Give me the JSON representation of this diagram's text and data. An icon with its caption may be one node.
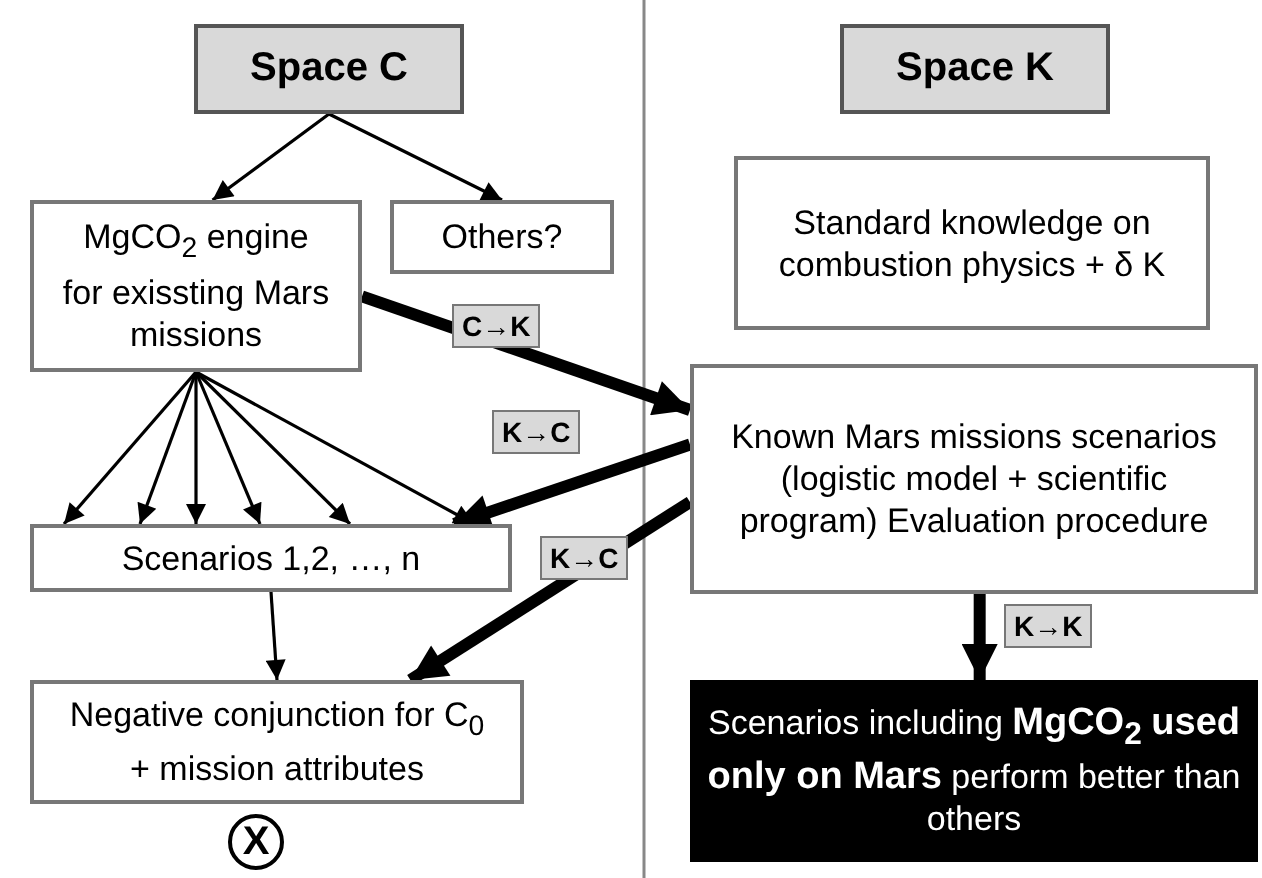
{
  "diagram": {
    "nodes": [
      {
        "text": [
          "Space C"
        ]
      },
      {
        "text": [
          "MgCO$_{2}$ engine for exissting Mars missions"
        ]
      },
      {
        "text": [
          "Others?"
        ]
      },
      {
        "text": [
          "Scenarios 1,2, …, n"
        ]
      },
      {
        "text": [
          "Negative conjunction for C$_{0}$ + mission attributes"
        ]
      },
      {
        "text": [
          "Space K"
        ]
      },
      {
        "text": [
          "Standard knowledge on combustion physics + δ K"
        ]
      },
      {
        "text": [
          "Known Mars missions scenarios (logistic model + scientific program) Evaluation procedure"
        ]
      },
      {
        "text": [
          "Scenarios including **MgCO$_{2}$** **used only on Mars** perform better than others"
        ]
      }
    ],
    "edges": [
      {
        "from": 0,
        "to": 1,
        "arrow": "to"
      },
      {
        "from": 0,
        "to": 2,
        "arrow": "to"
      },
      {
        "from": 1,
        "to": 3,
        "arrow": "to"
      },
      {
        "from": 1,
        "to": 3,
        "arrow": "to"
      },
      {
        "from": 1,
        "to": 3,
        "arrow": "to"
      },
      {
        "from": 1,
        "to": 3,
        "arrow": "to"
      },
      {
        "from": 1,
        "to": 3,
        "arrow": "to"
      },
      {
        "from": 1,
        "to": 3,
        "arrow": "to"
      },
      {
        "from": 3,
        "to": 4,
        "arrow": "to"
      },
      {
        "from": 1,
        "to": 7,
        "arrow": "to",
        "style": "thick",
        "label": "C→K"
      },
      {
        "from": 7,
        "to": 3,
        "arrow": "to",
        "style": "thick",
        "label": "K→C"
      },
      {
        "from": 7,
        "to": 4,
        "arrow": "to",
        "style": "thick",
        "label": "K→C"
      },
      {
        "from": 7,
        "to": 8,
        "arrow": "to",
        "style": "thick",
        "label": "K→K"
      }
    ],
    "labels": [
      "X"
    ]
  }
}
